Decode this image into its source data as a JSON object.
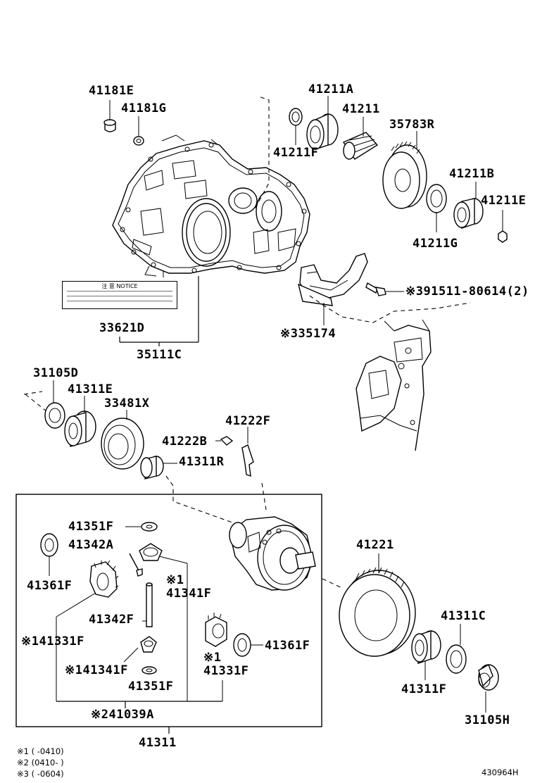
{
  "labels": {
    "p41181E": "41181E",
    "p41181G": "41181G",
    "p41211A": "41211A",
    "p41211": "41211",
    "p35783R": "35783R",
    "p41211F": "41211F",
    "p41211B": "41211B",
    "p41211E": "41211E",
    "p41211G": "41211G",
    "p91511": "※391511-80614(2)",
    "p33621D": "33621D",
    "p35111C": "35111C",
    "p35174": "※335174",
    "p31105D": "31105D",
    "p41311E": "41311E",
    "p33481X": "33481X",
    "p41222F": "41222F",
    "p41222B": "41222B",
    "p41311R": "41311R",
    "p41351F_top": "41351F",
    "p41342A": "41342A",
    "p41361F_left": "41361F",
    "p41341F_top": "※1\n41341F",
    "p41342F": "41342F",
    "p41331F_left": "※141331F",
    "p41341F_bot": "※141341F",
    "p41351F_bot": "41351F",
    "p41331F_right": "※1\n41331F",
    "p41361F_right": "41361F",
    "p41039A": "※241039A",
    "p41311": "41311",
    "p41221": "41221",
    "p41311C": "41311C",
    "p41311F": "41311F",
    "p31105H": "31105H"
  },
  "notice": {
    "title": "注 意 NOTICE"
  },
  "footnotes": [
    "※1 (      -0410)",
    "※2 (0410-       )",
    "※3 (      -0604)"
  ],
  "figure_id": "430964H"
}
